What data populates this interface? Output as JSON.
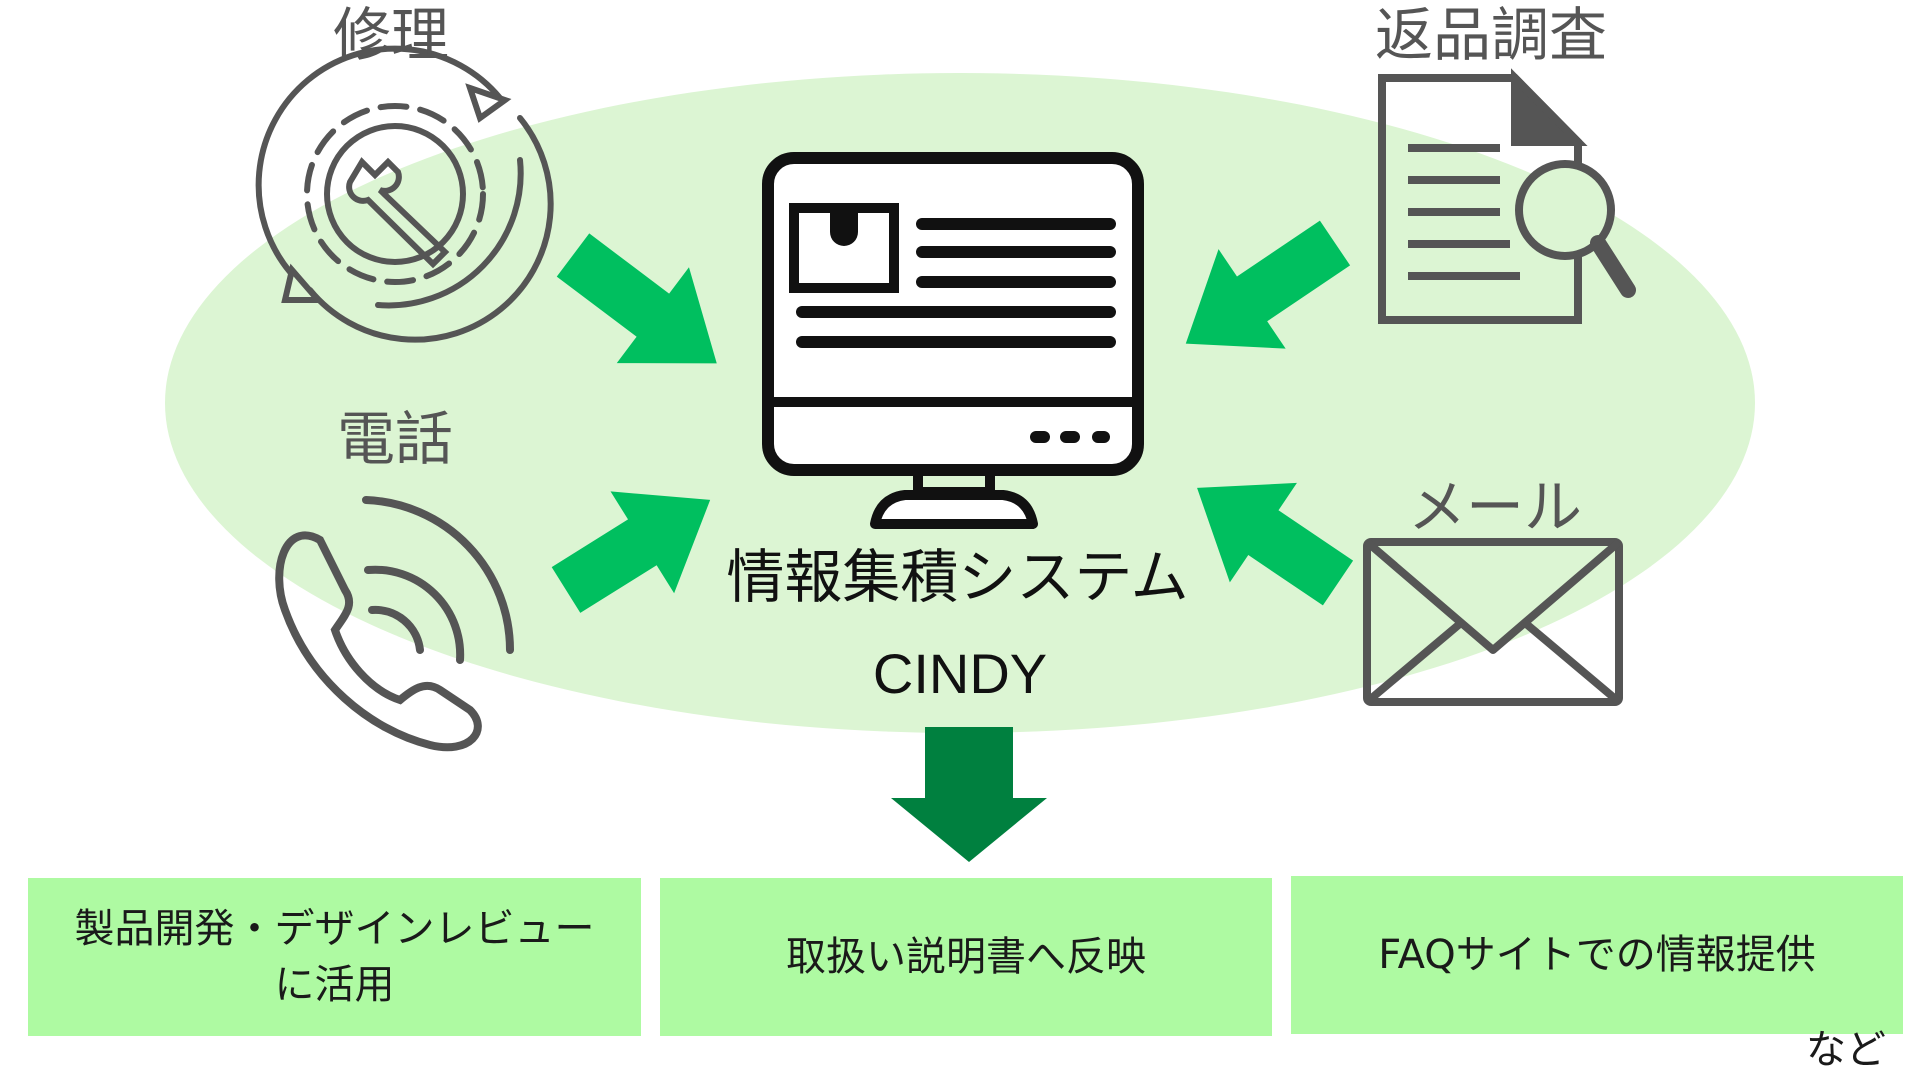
{
  "sources": {
    "repair": "修理",
    "returns": "返品調査",
    "phone": "電話",
    "mail": "メール"
  },
  "system": {
    "name": "情報集積システム",
    "product": "CINDY"
  },
  "outputs": {
    "design_review_line1": "製品開発・デザインレビュー",
    "design_review_line2": "に活用",
    "manual": "取扱い説明書へ反映",
    "faq": "FAQサイトでの情報提供",
    "etc": "など"
  },
  "colors": {
    "ellipse": "#dcf5d3",
    "arrow": "#00bf5f",
    "down_arrow": "#00803f",
    "box": "#aefaa2",
    "icon": "#555555",
    "monitor": "#111111"
  }
}
